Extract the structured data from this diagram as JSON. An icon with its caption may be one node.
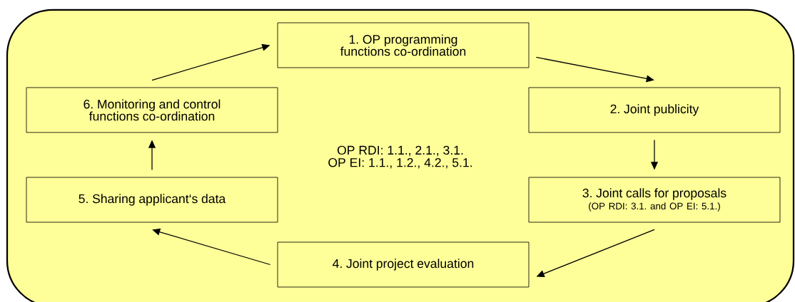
{
  "diagram": {
    "nodes": [
      {
        "text": [
          "OP RDI: 1.1., 2.1., 3.1.",
          "OP EI: 1.1., 1.2., 4.2., 5.1."
        ]
      },
      {
        "text": [
          "1. OP programming functions co-ordination"
        ],
        "in": 0
      },
      {
        "text": [
          "2. Joint publicity"
        ],
        "in": 0
      },
      {
        "text": [
          "3. Joint calls for proposals",
          "(OP RDI: 3.1. and OP EI: 5.1.)"
        ],
        "in": 0
      },
      {
        "text": [
          "4. Joint project evaluation"
        ],
        "in": 0
      },
      {
        "text": [
          "5. Sharing applicant‘s data"
        ],
        "in": 0
      },
      {
        "text": [
          "6. Monitoring and control functions co-ordination"
        ],
        "in": 0
      }
    ],
    "edges": [
      {
        "from": 1,
        "to": 2,
        "arrow": "to"
      },
      {
        "from": 2,
        "to": 3,
        "arrow": "to"
      },
      {
        "from": 3,
        "to": 4,
        "arrow": "to"
      },
      {
        "from": 4,
        "to": 5,
        "arrow": "to"
      },
      {
        "from": 5,
        "to": 6,
        "arrow": "to"
      },
      {
        "from": 6,
        "to": 1,
        "arrow": "to"
      }
    ]
  }
}
